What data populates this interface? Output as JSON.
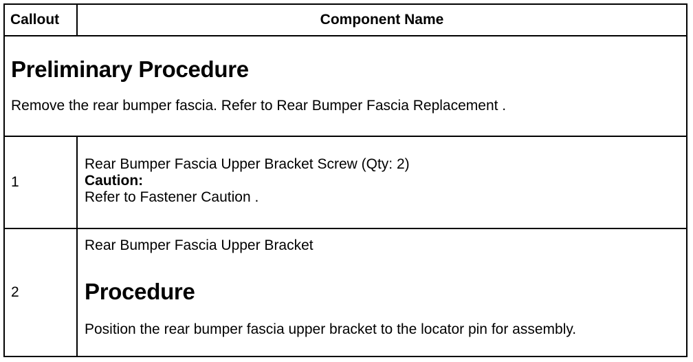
{
  "table": {
    "headers": {
      "callout": "Callout",
      "component_name": "Component Name"
    },
    "preliminary": {
      "title": "Preliminary Procedure",
      "text": "Remove the rear bumper fascia. Refer to Rear Bumper Fascia Replacement ."
    },
    "rows": [
      {
        "callout": "1",
        "component": "Rear Bumper Fascia Upper Bracket Screw (Qty: 2)",
        "caution_label": "Caution:",
        "caution_text": "Refer to Fastener Caution ."
      },
      {
        "callout": "2",
        "component": "Rear Bumper Fascia Upper Bracket",
        "procedure_title": "Procedure",
        "procedure_text": "Position the rear bumper fascia upper bracket to the locator pin for assembly."
      }
    ]
  }
}
